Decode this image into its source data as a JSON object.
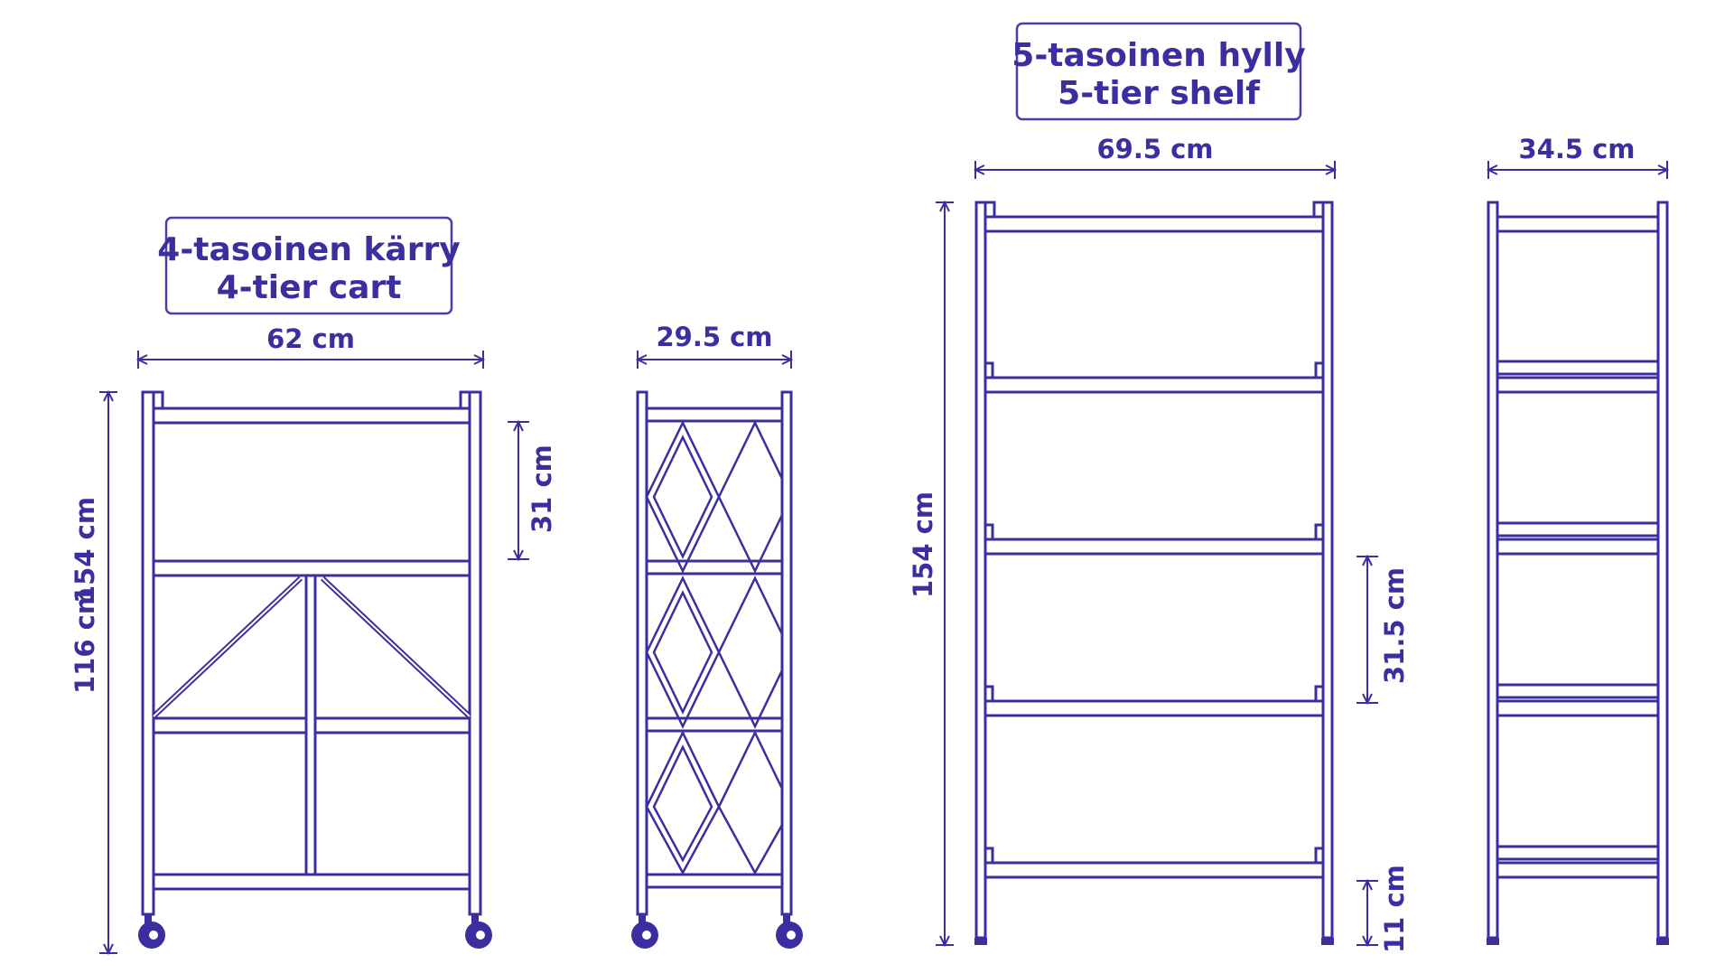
{
  "cart": {
    "title_fi": "4-tasoinen kärry",
    "title_en": "4-tier cart",
    "width": "62 cm",
    "height": "116 cm",
    "height_extra": "154 cm",
    "tier_gap": "31 cm",
    "depth": "29.5 cm"
  },
  "shelf": {
    "title_fi": "5-tasoinen hylly",
    "title_en": "5-tier shelf",
    "width": "69.5 cm",
    "height": "154 cm",
    "tier_gap": "31.5 cm",
    "bottom_clearance": "11 cm",
    "depth": "34.5 cm"
  },
  "colors": {
    "line": "#3b2fa0"
  }
}
